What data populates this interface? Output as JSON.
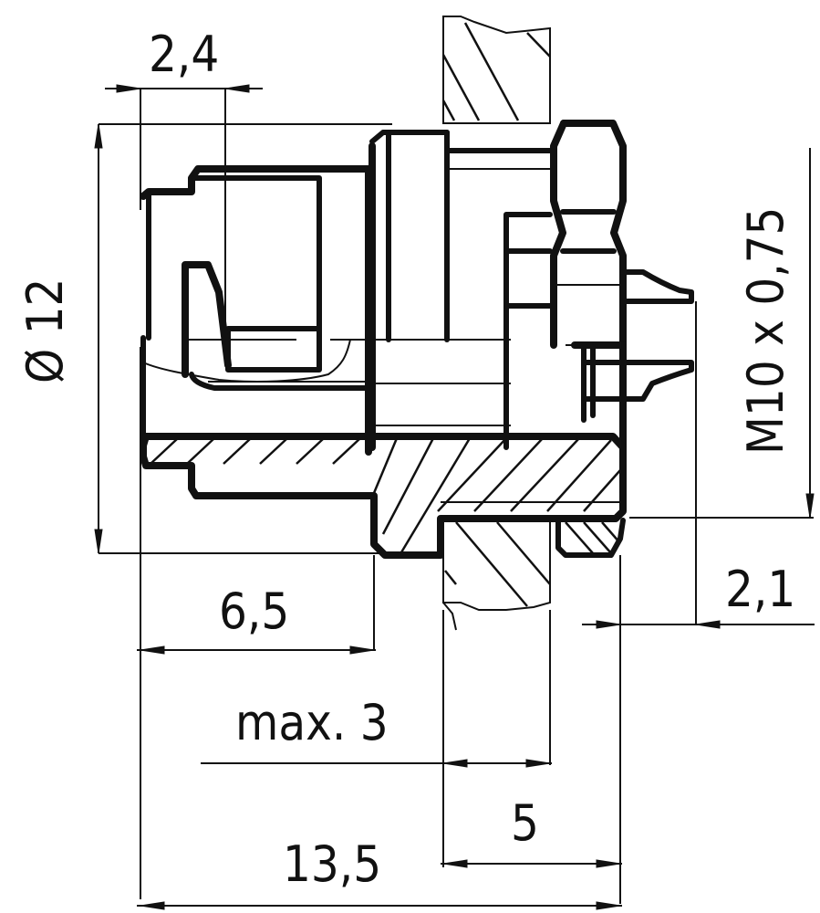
{
  "drawing": {
    "title": "Panel-mount connector socket, cross-section with dimensions",
    "colors": {
      "line": "#111111",
      "background": "#ffffff"
    },
    "units": "mm",
    "dimensions": {
      "top_width": {
        "label": "2,4",
        "value": 2.4
      },
      "diameter": {
        "label": "Ø 12",
        "value": 12
      },
      "thread": {
        "label": "M10 x 0,75",
        "value": "M10 x 0.75"
      },
      "body_length": {
        "label": "6,5",
        "value": 6.5
      },
      "flange_offset": {
        "label": "2,1",
        "value": 2.1
      },
      "panel_thickness": {
        "label": "max. 3",
        "value": 3
      },
      "rear_length": {
        "label": "5",
        "value": 5
      },
      "overall_length": {
        "label": "13,5",
        "value": 13.5
      }
    }
  }
}
